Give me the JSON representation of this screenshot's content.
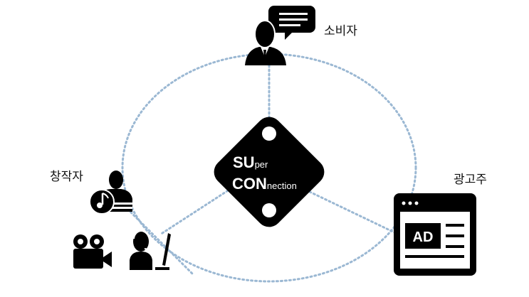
{
  "center": {
    "line1_big": "SU",
    "line1_small": "per",
    "line2_big": "CON",
    "line2_small": "nection"
  },
  "nodes": {
    "consumer": {
      "label": "소비자",
      "icon": "person-speech-bubble-icon"
    },
    "creator": {
      "label": "창작자",
      "icons": [
        "person-music-icon",
        "video-camera-icon",
        "headset-streamer-icon"
      ]
    },
    "advertiser": {
      "label": "광고주",
      "icon": "browser-ad-icon",
      "ad_text": "AD"
    }
  },
  "colors": {
    "dotted_line": "#9bb8d3",
    "icon": "#000000"
  }
}
